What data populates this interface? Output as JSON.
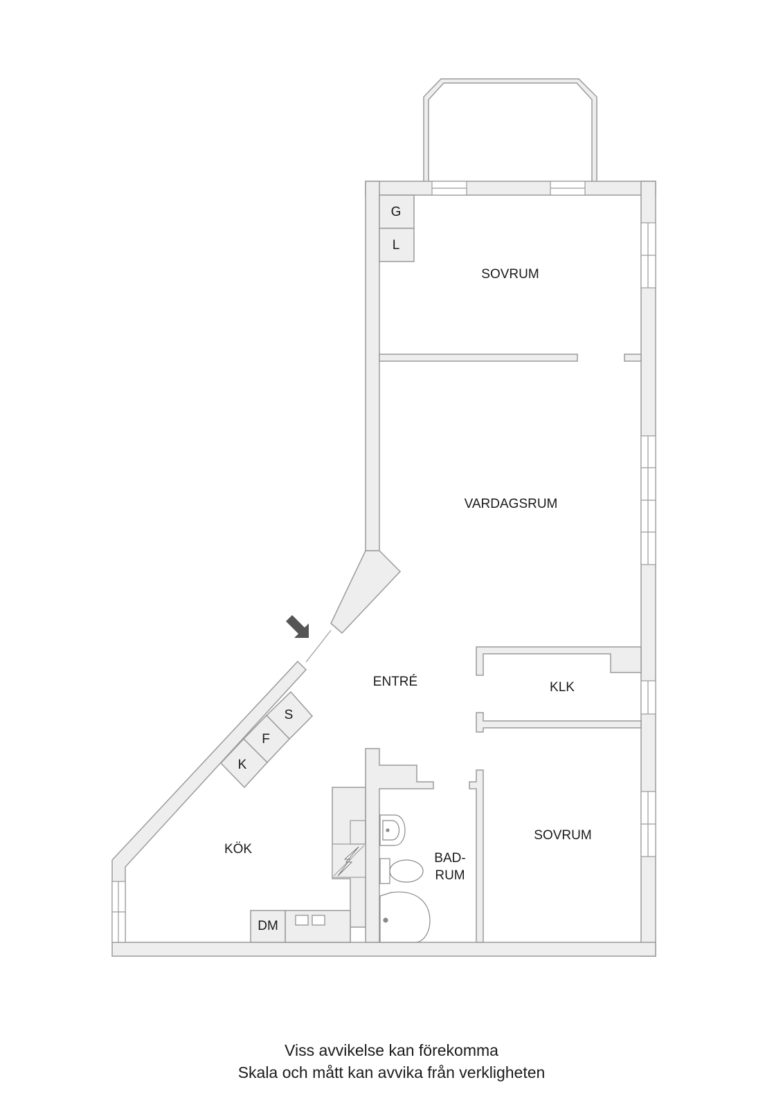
{
  "rooms": {
    "sovrum_top": "SOVRUM",
    "vardagsrum": "VARDAGSRUM",
    "entre": "ENTRÉ",
    "klk": "KLK",
    "kok": "KÖK",
    "badrum_line1": "BAD-",
    "badrum_line2": "RUM",
    "sovrum_bottom": "SOVRUM"
  },
  "fixtures": {
    "g": "G",
    "l": "L",
    "s": "S",
    "f": "F",
    "k": "K",
    "dm": "DM"
  },
  "disclaimer": {
    "line1": "Viss avvikelse kan förekomma",
    "line2": "Skala och mått kan avvika från verkligheten"
  },
  "colors": {
    "wall_fill": "#eeeeee",
    "wall_stroke": "#999999",
    "entrance_arrow": "#555555"
  },
  "icons": {
    "entrance_arrow": "entrance-arrow-icon",
    "electrical_panel": "lightning-icon"
  }
}
